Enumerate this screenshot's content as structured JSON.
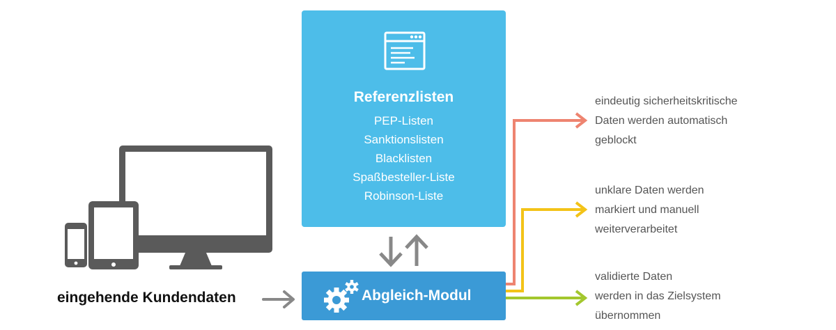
{
  "colors": {
    "reference_box": "#4dbde9",
    "module_box": "#3b9ad6",
    "device_gray": "#5a5a5a",
    "arrow_gray": "#888888",
    "block_line": "#ee8470",
    "flag_line": "#f3c318",
    "pass_line": "#a3c72e"
  },
  "icons": {
    "reference": "browser-window-icon",
    "module": "gears-icon",
    "devices": "monitor-tablet-phone-icon"
  },
  "reference": {
    "title": "Referenzlisten",
    "items": [
      "PEP-Listen",
      "Sanktionslisten",
      "Blacklisten",
      "Spaßbesteller-Liste",
      "Robinson-Liste"
    ]
  },
  "module": {
    "label": "Abgleich-Modul"
  },
  "incoming": {
    "label": "eingehende Kundendaten"
  },
  "results": [
    {
      "lines": [
        "eindeutig sicherheitskritische",
        "Daten werden automatisch",
        "geblockt"
      ]
    },
    {
      "lines": [
        "unklare Daten werden",
        "markiert und manuell",
        "weiterverarbeitet"
      ]
    },
    {
      "lines": [
        "validierte Daten",
        "werden in das Zielsystem",
        "übernommen"
      ]
    }
  ]
}
